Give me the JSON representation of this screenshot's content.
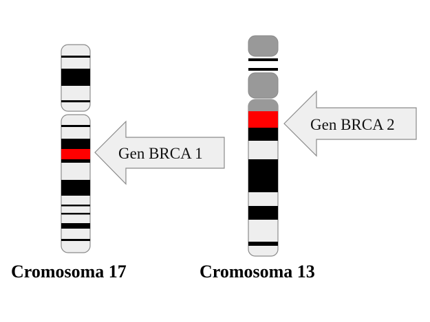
{
  "chromosomes": [
    {
      "label": "Cromosoma 17",
      "gene_label": "Gen BRCA 1"
    },
    {
      "label": "Cromosoma 13",
      "gene_label": "Gen BRCA 2"
    }
  ],
  "colors": {
    "band_dark": "#000000",
    "band_light": "#eeeeee",
    "gene": "#ff0000",
    "satellite": "#999999",
    "arrow_fill": "#efefef",
    "outline": "#8a8a8a"
  }
}
